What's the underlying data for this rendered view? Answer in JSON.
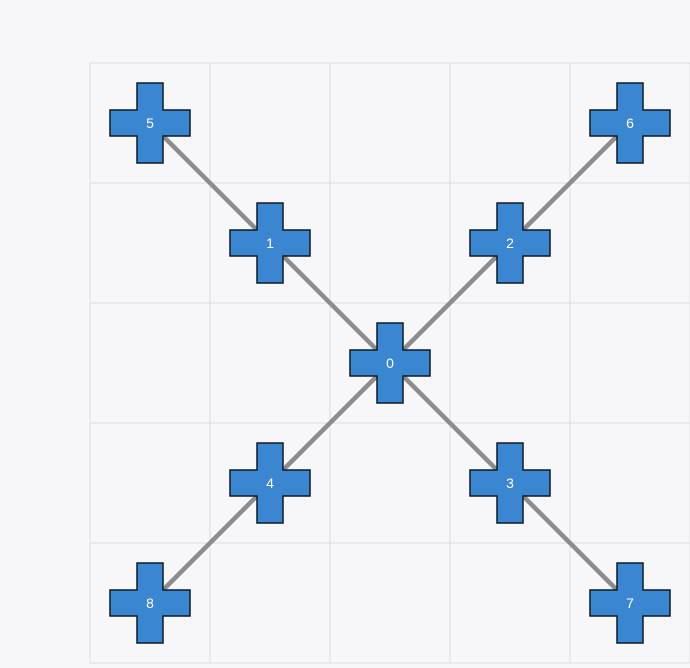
{
  "grid": {
    "cols": 5,
    "rows": 5,
    "line_color": "#dcdcdf",
    "background": "#f7f7f9"
  },
  "style": {
    "node_fill": "#3a86d0",
    "node_stroke": "#0d1a2a",
    "edge_color": "#8c8c8e",
    "label_color": "#ffffff"
  },
  "nodes": [
    {
      "id": "0",
      "label": "0",
      "col": 2,
      "row": 2
    },
    {
      "id": "1",
      "label": "1",
      "col": 1,
      "row": 1
    },
    {
      "id": "2",
      "label": "2",
      "col": 3,
      "row": 1
    },
    {
      "id": "3",
      "label": "3",
      "col": 3,
      "row": 3
    },
    {
      "id": "4",
      "label": "4",
      "col": 1,
      "row": 3
    },
    {
      "id": "5",
      "label": "5",
      "col": 0,
      "row": 0
    },
    {
      "id": "6",
      "label": "6",
      "col": 4,
      "row": 0
    },
    {
      "id": "7",
      "label": "7",
      "col": 4,
      "row": 4
    },
    {
      "id": "8",
      "label": "8",
      "col": 0,
      "row": 4
    }
  ],
  "edges": [
    {
      "from": "5",
      "to": "1"
    },
    {
      "from": "1",
      "to": "0"
    },
    {
      "from": "6",
      "to": "2"
    },
    {
      "from": "2",
      "to": "0"
    },
    {
      "from": "0",
      "to": "3"
    },
    {
      "from": "3",
      "to": "7"
    },
    {
      "from": "0",
      "to": "4"
    },
    {
      "from": "4",
      "to": "8"
    }
  ]
}
